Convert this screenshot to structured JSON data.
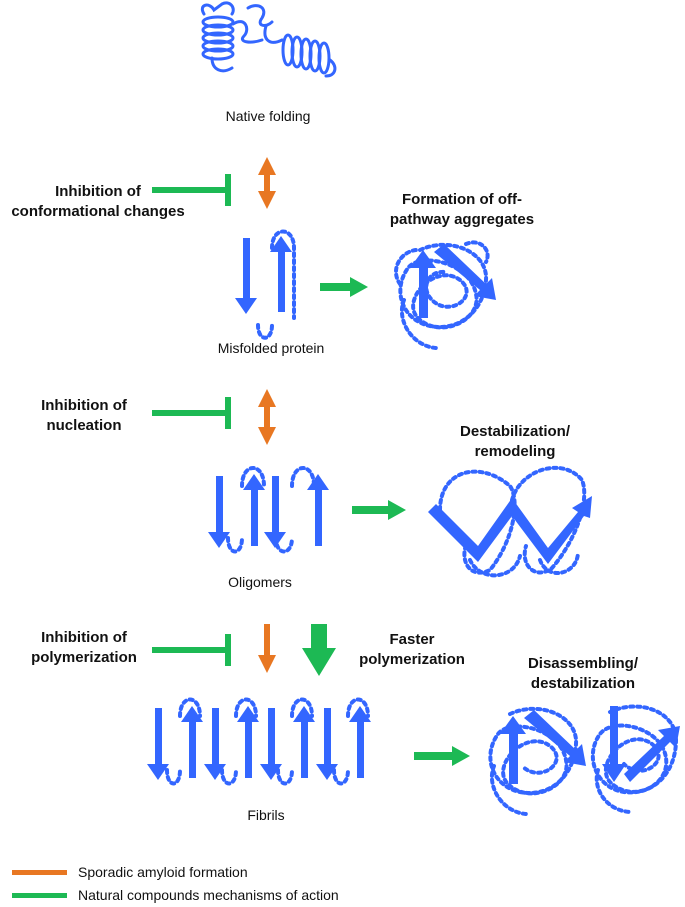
{
  "stages": {
    "native": "Native folding",
    "misfolded": "Misfolded protein",
    "oligomers": "Oligomers",
    "fibrils": "Fibrils"
  },
  "inhibitions": {
    "conformational": [
      "Inhibition of",
      "conformational changes"
    ],
    "nucleation": [
      "Inhibition of",
      "nucleation"
    ],
    "polymerization": [
      "Inhibition of",
      "polymerization"
    ]
  },
  "effects": {
    "off_pathway": [
      "Formation of off-",
      "pathway aggregates"
    ],
    "destabilization": [
      "Destabilization/",
      "remodeling"
    ],
    "faster_polymerization": [
      "Faster",
      "polymerization"
    ],
    "disassembling": [
      "Disassembling/",
      "destabilization"
    ]
  },
  "legend": [
    {
      "label": "Sporadic amyloid formation",
      "color": "#E87722"
    },
    {
      "label": "Natural compounds mechanisms of action",
      "color": "#1DB954"
    }
  ],
  "colors": {
    "protein": "#3366FF",
    "orange": "#E87722",
    "green": "#1DB954"
  }
}
